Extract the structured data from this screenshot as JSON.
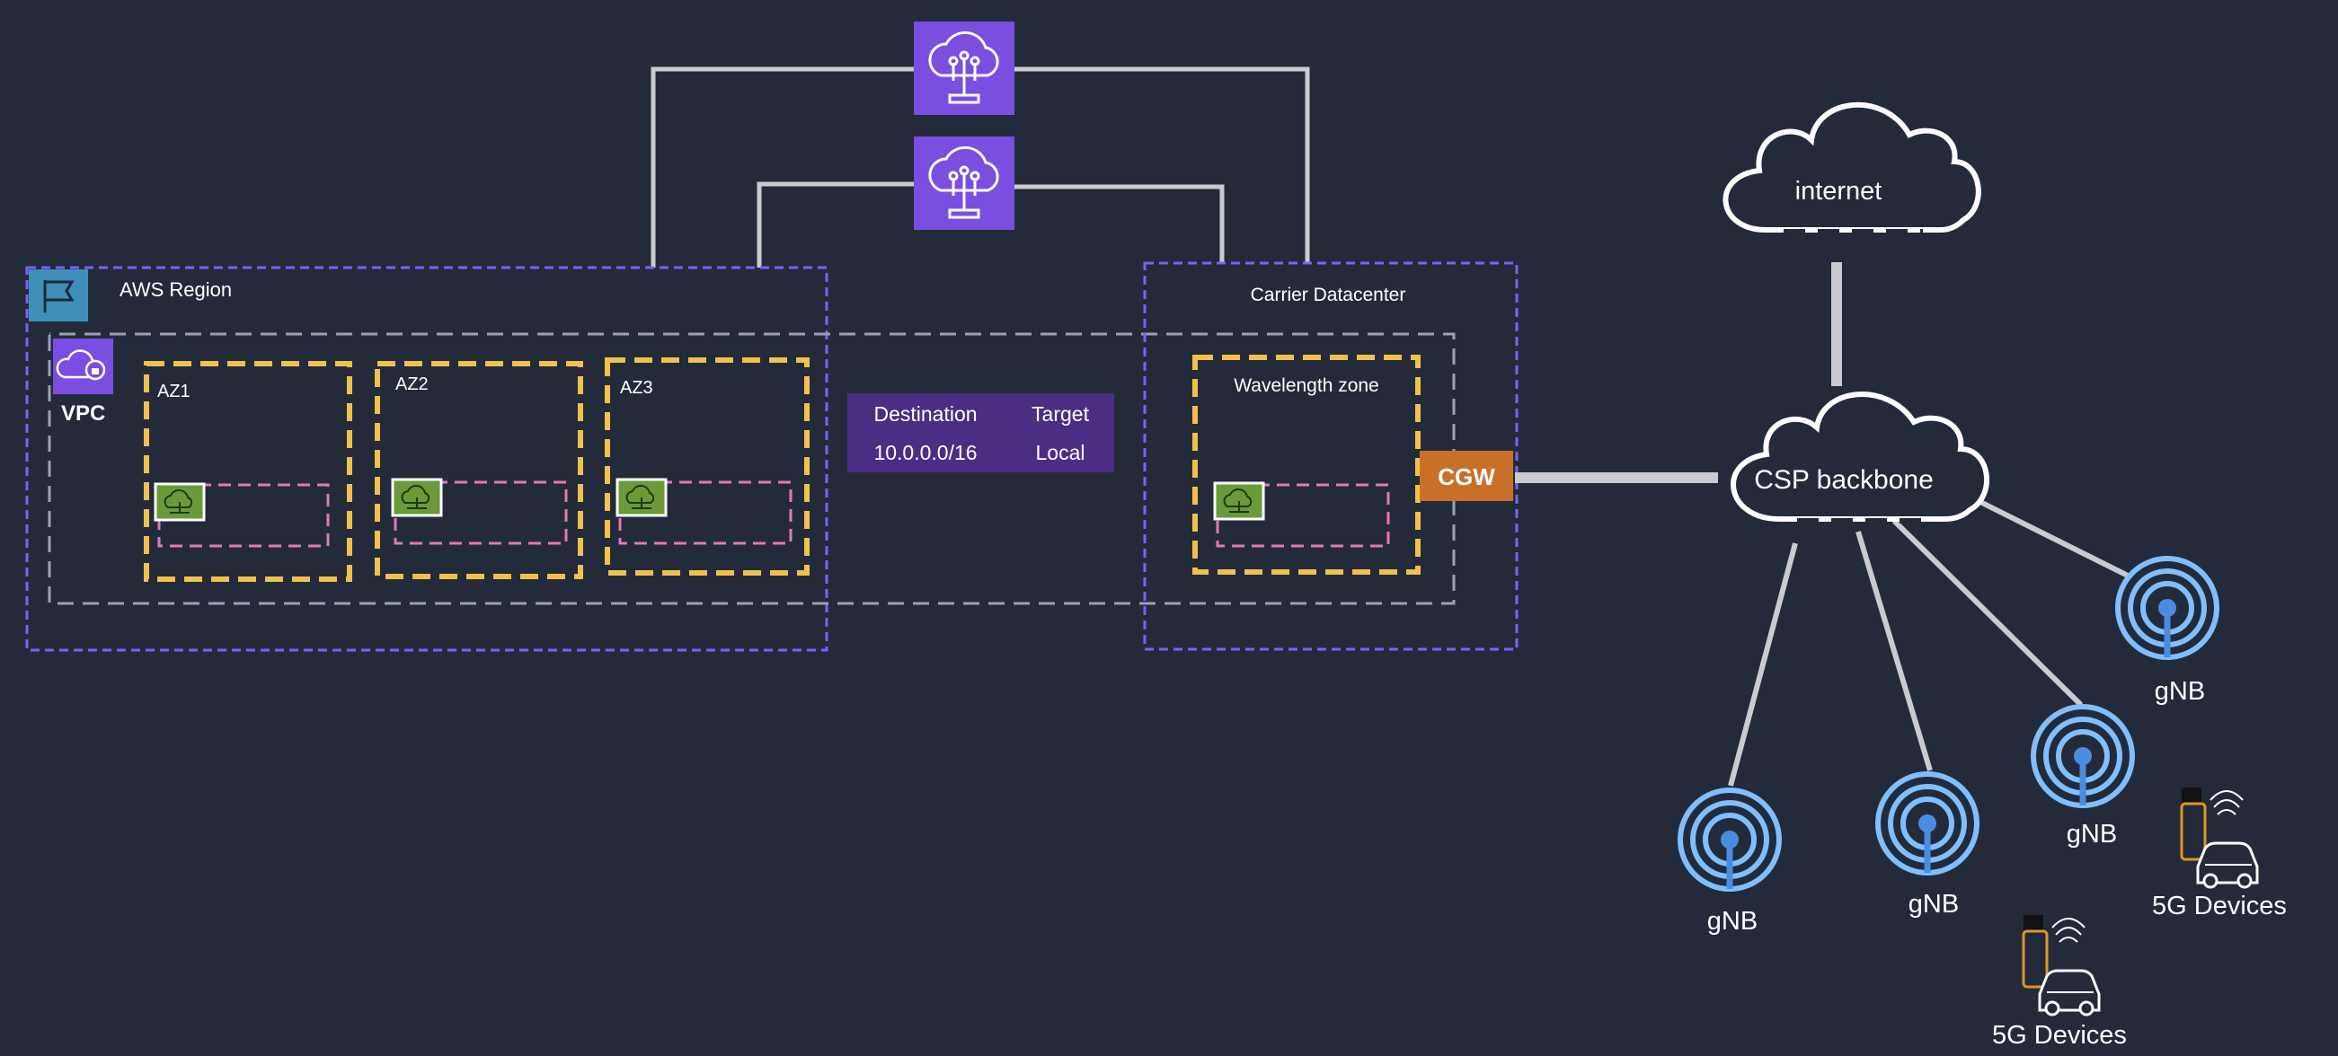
{
  "colors": {
    "background": "#232b3a",
    "region_border": "#7b61ff",
    "vpc_border": "#9aa3b5",
    "az_border": "#f2c04c",
    "subnet_border": "#e07ab8",
    "connector": "#c9cbd0",
    "transit_icon": "#7a4ee0",
    "route_table": "#4b2e83",
    "cgw": "#c8702a",
    "tower": "#7fbfff",
    "subnet_icon": "#6a9a3a"
  },
  "aws_region": {
    "label": "AWS Region",
    "icon": "flag-icon"
  },
  "vpc": {
    "label": "VPC",
    "icon": "vpc-cloud-lock-icon"
  },
  "availability_zones": [
    {
      "label": "AZ1"
    },
    {
      "label": "AZ2"
    },
    {
      "label": "AZ3"
    }
  ],
  "route_table": {
    "headers": [
      "Destination",
      "Target"
    ],
    "rows": [
      [
        "10.0.0.0/16",
        "Local"
      ]
    ]
  },
  "carrier_datacenter": {
    "label": "Carrier Datacenter"
  },
  "wavelength_zone": {
    "label": "Wavelength zone"
  },
  "carrier_gateway": {
    "label": "CGW"
  },
  "transit_gateways": [
    {
      "icon": "transit-gateway-icon"
    },
    {
      "icon": "transit-gateway-icon"
    }
  ],
  "internet": {
    "label": "internet"
  },
  "csp_backbone": {
    "label": "CSP backbone"
  },
  "gnbs": [
    {
      "label": "gNB"
    },
    {
      "label": "gNB"
    },
    {
      "label": "gNB"
    },
    {
      "label": "gNB"
    }
  ],
  "devices": [
    {
      "label": "5G Devices"
    },
    {
      "label": "5G Devices"
    }
  ]
}
